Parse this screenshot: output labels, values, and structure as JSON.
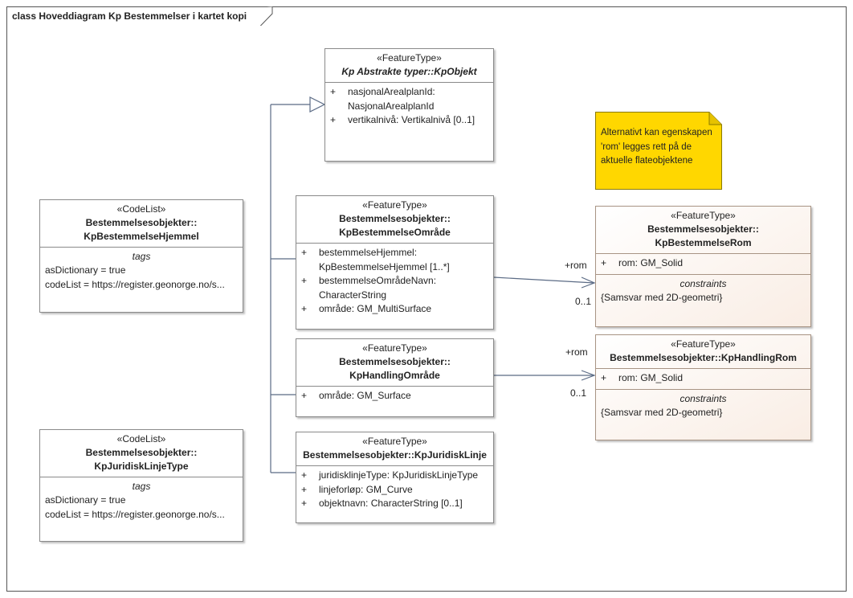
{
  "diagram": {
    "title": "class Hoveddiagram Kp Bestemmelser i kartet kopi"
  },
  "classes": {
    "kpobjekt": {
      "stereotype": "«FeatureType»",
      "name": "Kp Abstrakte typer::KpObjekt",
      "attributes": [
        {
          "vis": "+",
          "text": "nasjonalArealplanId:"
        },
        {
          "vis": "",
          "text": "NasjonalArealplanId"
        },
        {
          "vis": "+",
          "text": "vertikalnivå: Vertikalnivå [0..1]"
        }
      ]
    },
    "hjemmel": {
      "stereotype": "«CodeList»",
      "name_line1": "Bestemmelsesobjekter::",
      "name_line2": "KpBestemmelseHjemmel",
      "tags_label": "tags",
      "tags": [
        "asDictionary = true",
        "codeList = https://register.geonorge.no/s..."
      ]
    },
    "omraade": {
      "stereotype": "«FeatureType»",
      "name_line1": "Bestemmelsesobjekter::",
      "name_line2": "KpBestemmelseOmråde",
      "attributes": [
        {
          "vis": "+",
          "text": "bestemmelseHjemmel:"
        },
        {
          "vis": "",
          "text": "KpBestemmelseHjemmel [1..*]"
        },
        {
          "vis": "+",
          "text": "bestemmelseOmrådeNavn:"
        },
        {
          "vis": "",
          "text": "CharacterString"
        },
        {
          "vis": "+",
          "text": "område: GM_MultiSurface"
        }
      ]
    },
    "rom": {
      "stereotype": "«FeatureType»",
      "name_line1": "Bestemmelsesobjekter::",
      "name_line2": "KpBestemmelseRom",
      "attributes": [
        {
          "vis": "+",
          "text": "rom: GM_Solid"
        }
      ],
      "constraints_label": "constraints",
      "constraints": [
        "{Samsvar med 2D-geometri}"
      ]
    },
    "handling": {
      "stereotype": "«FeatureType»",
      "name_line1": "Bestemmelsesobjekter::",
      "name_line2": "KpHandlingOmråde",
      "attributes": [
        {
          "vis": "+",
          "text": "område: GM_Surface"
        }
      ]
    },
    "handlingrom": {
      "stereotype": "«FeatureType»",
      "name": "Bestemmelsesobjekter::KpHandlingRom",
      "attributes": [
        {
          "vis": "+",
          "text": "rom: GM_Solid"
        }
      ],
      "constraints_label": "constraints",
      "constraints": [
        "{Samsvar med 2D-geometri}"
      ]
    },
    "juridisktype": {
      "stereotype": "«CodeList»",
      "name_line1": "Bestemmelsesobjekter::",
      "name_line2": "KpJuridiskLinjeType",
      "tags_label": "tags",
      "tags": [
        "asDictionary = true",
        "codeList = https://register.geonorge.no/s..."
      ]
    },
    "juridisklinje": {
      "stereotype": "«FeatureType»",
      "name": "Bestemmelsesobjekter::KpJuridiskLinje",
      "attributes": [
        {
          "vis": "+",
          "text": "juridisklinjeType: KpJuridiskLinjeType"
        },
        {
          "vis": "+",
          "text": "linjeforløp: GM_Curve"
        },
        {
          "vis": "+",
          "text": "objektnavn: CharacterString [0..1]"
        }
      ]
    }
  },
  "note": {
    "text": "Alternativt kan egenskapen 'rom' legges rett på de aktuelle flateobjektene"
  },
  "associations": {
    "rom_assoc": {
      "role": "+rom",
      "multiplicity": "0..1"
    },
    "handlingrom_assoc": {
      "role": "+rom",
      "multiplicity": "0..1"
    }
  },
  "colors": {
    "note_fill": "#ffd700",
    "line": "#5b6b85",
    "peach_fill": "#f9ede4"
  }
}
